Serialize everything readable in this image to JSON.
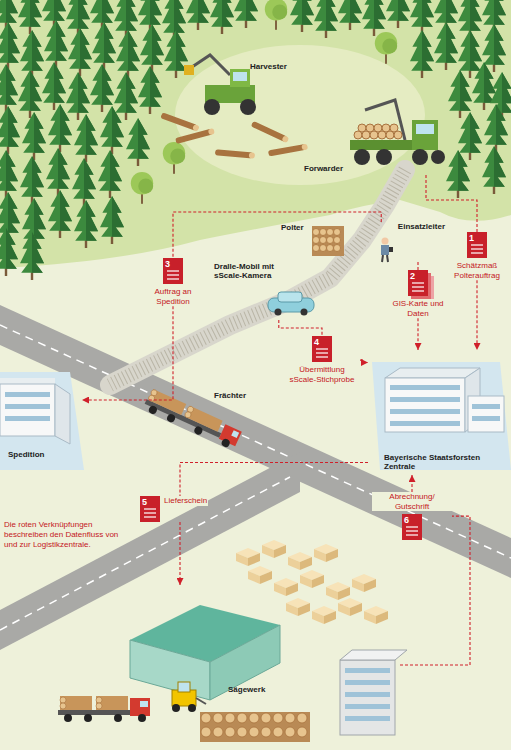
{
  "diagram": {
    "nodes": [
      {
        "text": [
          "Forwarder"
        ]
      },
      {
        "text": [
          "Einsatzleiter"
        ]
      },
      {
        "text": [
          "1",
          "Schätzmaß Polterauftrag"
        ]
      },
      {
        "text": [
          "3",
          "Auftrag an Spedition"
        ]
      },
      {
        "text": [
          "Dralle-Mobil mit sScale-Kamera"
        ]
      },
      {
        "text": [
          "2",
          "GIS-Karte und Daten"
        ]
      },
      {
        "text": [
          "4",
          "Übermittlung sScale-Stichprobe"
        ]
      },
      {
        "text": [
          "Spedition"
        ]
      },
      {
        "text": [
          "Bayerische Staatsforsten Zentrale"
        ]
      },
      {
        "text": [
          "5",
          "Lieferschein"
        ]
      },
      {
        "text": [
          "6",
          "Abrechnung/ Gutschrift"
        ]
      },
      {
        "text": [
          "Sägewerk"
        ]
      }
    ],
    "edges": [
      {
        "from": 0,
        "to": 2,
        "arrow": "none"
      },
      {
        "from": 2,
        "to": 8,
        "arrow": "to"
      },
      {
        "from": 1,
        "to": 5,
        "arrow": "none"
      },
      {
        "from": 5,
        "to": 8,
        "arrow": "to"
      },
      {
        "from": 1,
        "to": 3,
        "arrow": "none"
      },
      {
        "from": 3,
        "to": 7,
        "arrow": "to"
      },
      {
        "from": 4,
        "to": 6,
        "arrow": "none"
      },
      {
        "from": 6,
        "to": 8,
        "arrow": "to"
      },
      {
        "from": 8,
        "to": 9,
        "arrow": "none"
      },
      {
        "from": 9,
        "to": 11,
        "arrow": "to"
      },
      {
        "from": 11,
        "to": 10,
        "arrow": "none"
      },
      {
        "from": 10,
        "to": 8,
        "arrow": "to"
      }
    ],
    "labels": [
      "Harvester",
      "Polter",
      "Frächter",
      "Die roten Verknüpfungen beschreiben den Datenfluss von und zur Logistikzentrale."
    ]
  }
}
